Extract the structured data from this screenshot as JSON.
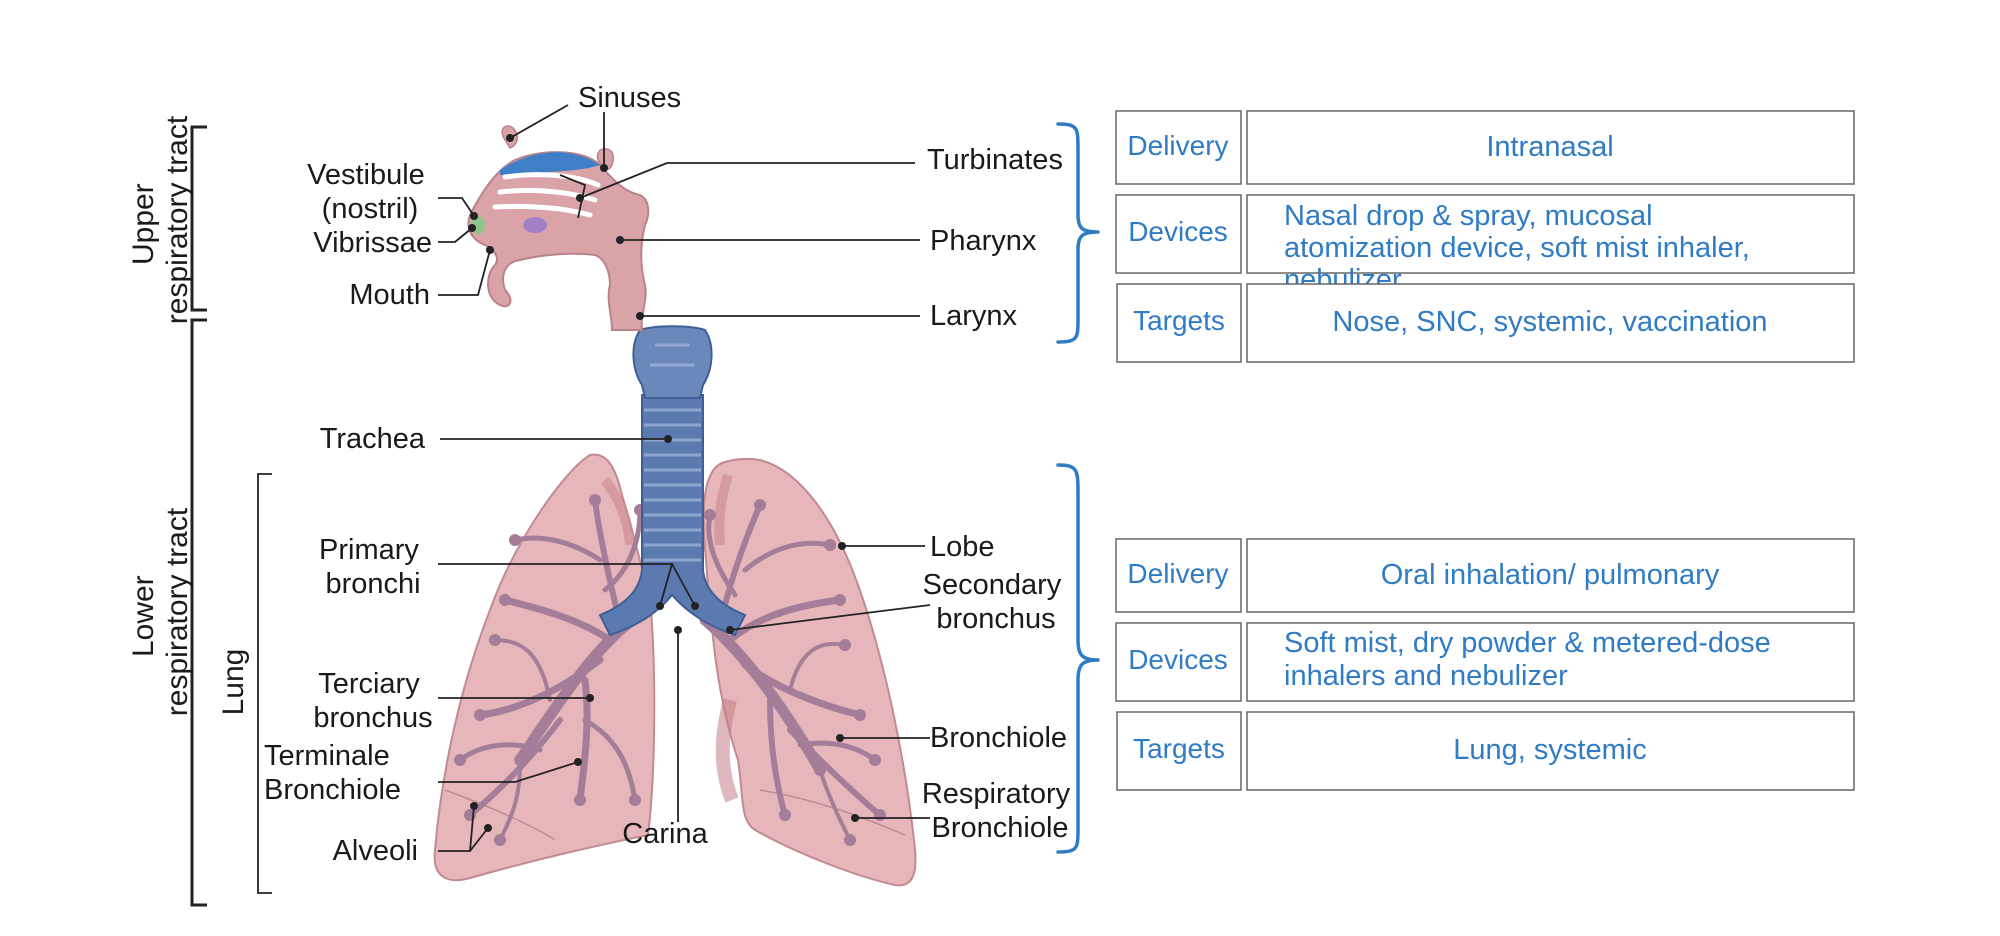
{
  "sections": {
    "upper": [
      "Upper",
      "respiratory tract"
    ],
    "lower": [
      "Lower",
      "respiratory tract"
    ],
    "lung": "Lung"
  },
  "labels": {
    "sinuses": "Sinuses",
    "vestibule": [
      "Vestibule",
      "(nostril)"
    ],
    "vibrissae": "Vibrissae",
    "mouth": "Mouth",
    "turbinates": "Turbinates",
    "pharynx": "Pharynx",
    "larynx": "Larynx",
    "trachea": "Trachea",
    "primary_bronchi": [
      "Primary",
      "bronchi"
    ],
    "lobe": "Lobe",
    "secondary_bronchus": [
      "Secondary",
      "bronchus"
    ],
    "terciary_bronchus": [
      "Terciary",
      "bronchus"
    ],
    "terminale_bronchiole": [
      "Terminale",
      "Bronchiole"
    ],
    "bronchiole": "Bronchiole",
    "respiratory_bronchiole": [
      "Respiratory",
      "Bronchiole"
    ],
    "alveoli": "Alveoli",
    "carina": "Carina"
  },
  "upper_table": [
    {
      "header": "Delivery",
      "value": [
        "Intranasal"
      ]
    },
    {
      "header": "Devices",
      "value": [
        "Nasal drop & spray, mucosal",
        "atomization device, soft mist inhaler,",
        "nebulizer"
      ]
    },
    {
      "header": "Targets",
      "value": [
        "Nose, SNC, systemic, vaccination"
      ]
    }
  ],
  "lower_table": [
    {
      "header": "Delivery",
      "value": [
        "Oral inhalation/ pulmonary"
      ]
    },
    {
      "header": "Devices",
      "value": [
        "Soft mist, dry powder & metered-dose",
        "inhalers and nebulizer"
      ]
    },
    {
      "header": "Targets",
      "value": [
        "Lung, systemic"
      ]
    }
  ],
  "colors": {
    "accent": "#2f7bc4",
    "tissue": "#d9a3a8",
    "airway": "#5b7bb0",
    "text": "#1a1a1a"
  }
}
